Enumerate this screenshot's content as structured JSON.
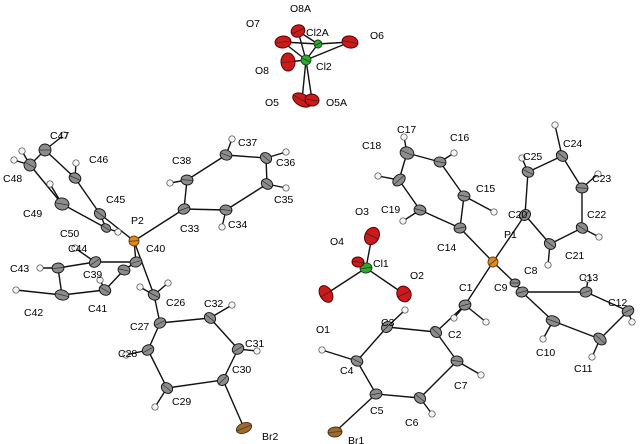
{
  "colors": {
    "carbon": "#8c8c8c",
    "hydrogen": "#f4f4f4",
    "oxygen": "#cc1a1a",
    "chlorine": "#2ea82e",
    "phosphorus": "#e08a1e",
    "bromine": "#a06a2c",
    "bond": "#111111",
    "background": "#ffffff"
  },
  "atom_labels": {
    "o8a": "O8A",
    "o7": "O7",
    "cl2a": "Cl2A",
    "o6": "O6",
    "o8": "O8",
    "cl2": "Cl2",
    "o5": "O5",
    "o5a": "O5A",
    "c47": "C47",
    "c46": "C46",
    "c48": "C48",
    "c45": "C45",
    "c49": "C49",
    "c50": "C50",
    "p2": "P2",
    "c44": "C44",
    "c40": "C40",
    "c43": "C43",
    "c39": "C39",
    "c42": "C42",
    "c41": "C41",
    "c26": "C26",
    "c27": "C27",
    "c32": "C32",
    "c31": "C31",
    "c28": "C28",
    "c30": "C30",
    "c29": "C29",
    "br2": "Br2",
    "c38": "C38",
    "c37": "C37",
    "c36": "C36",
    "c35": "C35",
    "c33": "C33",
    "c34": "C34",
    "c17": "C17",
    "c16": "C16",
    "c18": "C18",
    "c15": "C15",
    "c19": "C19",
    "c14": "C14",
    "o3": "O3",
    "o4": "O4",
    "cl1": "Cl1",
    "o2": "O2",
    "o1": "O1",
    "c3": "C3",
    "c1": "C1",
    "c2": "C2",
    "c4": "C4",
    "c5": "C5",
    "c6": "C6",
    "c7": "C7",
    "br1": "Br1",
    "p1": "P1",
    "c25": "C25",
    "c24": "C24",
    "c23": "C23",
    "c20": "C20",
    "c22": "C22",
    "c21": "C21",
    "c8": "C8",
    "c13": "C13",
    "c9": "C9",
    "c12": "C12",
    "c10": "C10",
    "c11": "C11"
  }
}
